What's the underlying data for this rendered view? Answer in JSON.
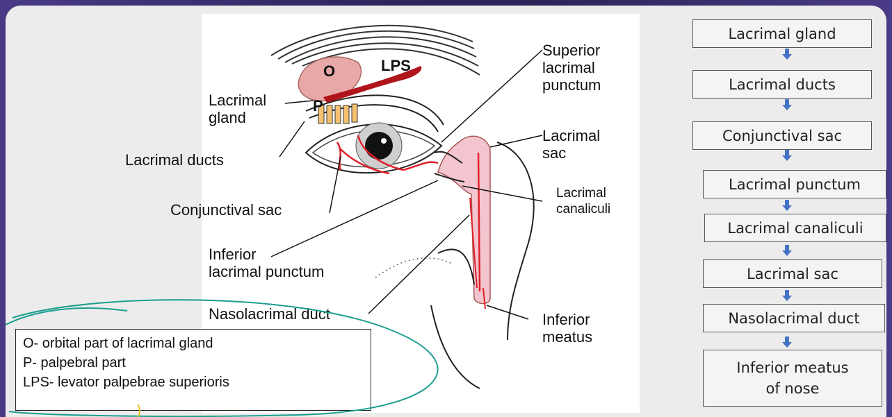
{
  "diagram": {
    "marks": {
      "o": "O",
      "lps": "LPS",
      "p": "P"
    },
    "labels": {
      "lacrimal_gland": "Lacrimal\ngland",
      "lacrimal_ducts": "Lacrimal ducts",
      "conjunctival_sac": "Conjunctival sac",
      "inferior_punctum": "Inferior\nlacrimal punctum",
      "nasolacrimal_duct": "Nasolacrimal duct",
      "superior_punctum": "Superior\nlacrimal\npunctum",
      "lacrimal_sac": "Lacrimal\nsac",
      "lacrimal_canaliculi": "Lacrimal\ncanaliculi",
      "inferior_meatus": "Inferior\nmeatus"
    }
  },
  "legend": {
    "lines": [
      "O- orbital part of lacrimal gland",
      " P- palpebral part",
      "LPS- levator palpebrae superioris"
    ]
  },
  "flow": {
    "steps": [
      "Lacrimal gland",
      "Lacrimal ducts",
      "Conjunctival sac",
      "Lacrimal punctum",
      "Lacrimal canaliculi",
      "Lacrimal sac",
      "Nasolacrimal duct",
      "Inferior meatus\nof nose"
    ],
    "arrow_color": "#4472c4"
  },
  "colors": {
    "gland": "#e8a8a8",
    "muscle": "#b0151c",
    "sac": "#f3c6cf",
    "vessel": "#e0202a",
    "annotation": "#1a9e8f"
  }
}
